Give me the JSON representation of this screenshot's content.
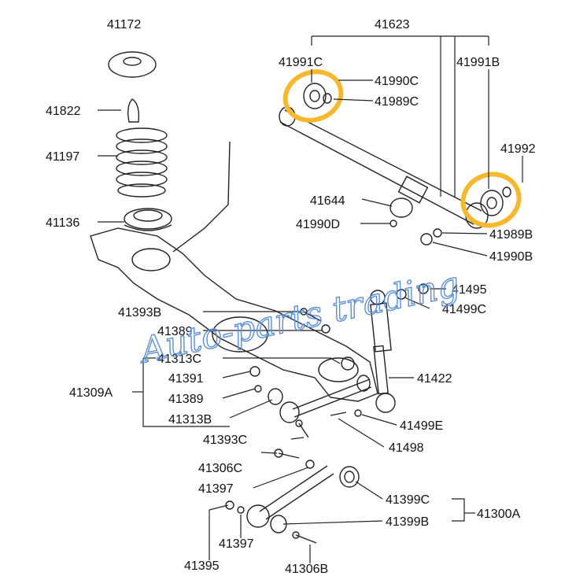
{
  "highlight_color": "#F5B82E",
  "watermark": {
    "text": "Auto-parts trading",
    "color": "#5B8FD6"
  },
  "parts": {
    "p41172": "41172",
    "p41822": "41822",
    "p41197": "41197",
    "p41136": "41136",
    "p41623": "41623",
    "p41991c": "41991C",
    "p41991b": "41991B",
    "p41990c": "41990C",
    "p41989c": "41989C",
    "p41992": "41992",
    "p41644": "41644",
    "p41990d": "41990D",
    "p41989b": "41989B",
    "p41990b": "41990B",
    "p41495": "41495",
    "p41499c": "41499C",
    "p41393b": "41393B",
    "p41389a": "41389",
    "p41313c": "41313C",
    "p41391": "41391",
    "p41389b": "41389",
    "p41309a": "41309A",
    "p41313b": "41313B",
    "p41393c": "41393C",
    "p41422": "41422",
    "p41499e": "41499E",
    "p41498": "41498",
    "p41306c": "41306C",
    "p41397a": "41397",
    "p41399c": "41399C",
    "p41300a": "41300A",
    "p41399b": "41399B",
    "p41397b": "41397",
    "p41395": "41395",
    "p41306b": "41306B"
  }
}
